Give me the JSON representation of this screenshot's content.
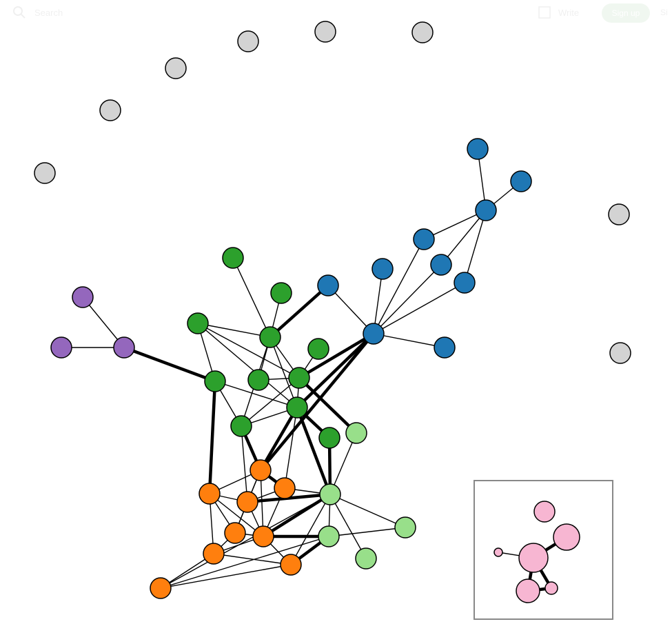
{
  "topbar": {
    "search_label": "Search",
    "write_label": "Write",
    "signup_label": "Sign up",
    "signin_label": "Si"
  },
  "colors": {
    "group_blue": "#1f77b4",
    "group_green": "#2ca02c",
    "group_light_green": "#98df8a",
    "group_orange": "#ff7f0e",
    "group_purple": "#9467bd",
    "group_gray": "#d3d3d3",
    "group_pink": "#f7b6d2",
    "edge": "#000000",
    "inset_border": "#888888"
  },
  "graph": {
    "nodes": [
      {
        "id": "g1",
        "group": "gray"
      },
      {
        "id": "g2",
        "group": "gray"
      },
      {
        "id": "g3",
        "group": "gray"
      },
      {
        "id": "g4",
        "group": "gray"
      },
      {
        "id": "g5",
        "group": "gray"
      },
      {
        "id": "g6",
        "group": "gray"
      },
      {
        "id": "g7",
        "group": "gray"
      },
      {
        "id": "g8",
        "group": "gray"
      },
      {
        "id": "b1",
        "group": "blue"
      },
      {
        "id": "b2",
        "group": "blue"
      },
      {
        "id": "b3",
        "group": "blue"
      },
      {
        "id": "b4",
        "group": "blue"
      },
      {
        "id": "b5",
        "group": "blue"
      },
      {
        "id": "b6",
        "group": "blue"
      },
      {
        "id": "b7",
        "group": "blue"
      },
      {
        "id": "b8",
        "group": "blue"
      },
      {
        "id": "b9",
        "group": "blue"
      },
      {
        "id": "b10",
        "group": "blue"
      },
      {
        "id": "p1",
        "group": "purple"
      },
      {
        "id": "p2",
        "group": "purple"
      },
      {
        "id": "p3",
        "group": "purple"
      },
      {
        "id": "gr1",
        "group": "green"
      },
      {
        "id": "gr2",
        "group": "green"
      },
      {
        "id": "gr3",
        "group": "green"
      },
      {
        "id": "gr4",
        "group": "green"
      },
      {
        "id": "gr5",
        "group": "green"
      },
      {
        "id": "gr6",
        "group": "green"
      },
      {
        "id": "gr7",
        "group": "green"
      },
      {
        "id": "gr8",
        "group": "green"
      },
      {
        "id": "gr9",
        "group": "green"
      },
      {
        "id": "gr10",
        "group": "green"
      },
      {
        "id": "gr11",
        "group": "green"
      },
      {
        "id": "lg1",
        "group": "light_green"
      },
      {
        "id": "lg2",
        "group": "light_green"
      },
      {
        "id": "lg3",
        "group": "light_green"
      },
      {
        "id": "lg4",
        "group": "light_green"
      },
      {
        "id": "lg5",
        "group": "light_green"
      },
      {
        "id": "o1",
        "group": "orange"
      },
      {
        "id": "o2",
        "group": "orange"
      },
      {
        "id": "o3",
        "group": "orange"
      },
      {
        "id": "o4",
        "group": "orange"
      },
      {
        "id": "o5",
        "group": "orange"
      },
      {
        "id": "o6",
        "group": "orange"
      },
      {
        "id": "o7",
        "group": "orange"
      },
      {
        "id": "o8",
        "group": "orange"
      },
      {
        "id": "o9",
        "group": "orange"
      },
      {
        "id": "pk1",
        "group": "pink"
      },
      {
        "id": "pk2",
        "group": "pink"
      },
      {
        "id": "pk3",
        "group": "pink"
      },
      {
        "id": "pk4",
        "group": "pink"
      },
      {
        "id": "pk5",
        "group": "pink"
      },
      {
        "id": "pk6",
        "group": "pink"
      }
    ],
    "edges": [
      {
        "source": "b1",
        "target": "b3",
        "weight": 1
      },
      {
        "source": "b2",
        "target": "b3",
        "weight": 1
      },
      {
        "source": "b3",
        "target": "b4",
        "weight": 1
      },
      {
        "source": "b3",
        "target": "b6",
        "weight": 1
      },
      {
        "source": "b3",
        "target": "b7",
        "weight": 1
      },
      {
        "source": "b4",
        "target": "b8",
        "weight": 1
      },
      {
        "source": "b5",
        "target": "b8",
        "weight": 1
      },
      {
        "source": "b6",
        "target": "b8",
        "weight": 1
      },
      {
        "source": "b7",
        "target": "b8",
        "weight": 1
      },
      {
        "source": "b8",
        "target": "b9",
        "weight": 1
      },
      {
        "source": "b8",
        "target": "b10",
        "weight": 1
      },
      {
        "source": "b8",
        "target": "gr6",
        "weight": 3
      },
      {
        "source": "b8",
        "target": "gr5",
        "weight": 3
      },
      {
        "source": "b8",
        "target": "o1",
        "weight": 3
      },
      {
        "source": "b9",
        "target": "gr2",
        "weight": 3
      },
      {
        "source": "p1",
        "target": "p3",
        "weight": 1
      },
      {
        "source": "p2",
        "target": "p3",
        "weight": 1
      },
      {
        "source": "p3",
        "target": "gr4",
        "weight": 3
      },
      {
        "source": "gr1",
        "target": "gr2",
        "weight": 1
      },
      {
        "source": "gr2",
        "target": "gr3",
        "weight": 1
      },
      {
        "source": "gr2",
        "target": "gr6",
        "weight": 1
      },
      {
        "source": "gr2",
        "target": "gr9",
        "weight": 1
      },
      {
        "source": "gr2",
        "target": "gr7",
        "weight": 1
      },
      {
        "source": "gr2",
        "target": "gr8",
        "weight": 1
      },
      {
        "source": "gr2",
        "target": "gr5",
        "weight": 1
      },
      {
        "source": "gr11",
        "target": "gr6",
        "weight": 1
      },
      {
        "source": "gr6",
        "target": "gr7",
        "weight": 1
      },
      {
        "source": "gr6",
        "target": "gr9",
        "weight": 1
      },
      {
        "source": "gr6",
        "target": "gr5",
        "weight": 1
      },
      {
        "source": "gr8",
        "target": "gr5",
        "weight": 1
      },
      {
        "source": "gr8",
        "target": "gr6",
        "weight": 1
      },
      {
        "source": "gr4",
        "target": "gr5",
        "weight": 1
      },
      {
        "source": "gr4",
        "target": "gr8",
        "weight": 1
      },
      {
        "source": "gr4",
        "target": "gr9",
        "weight": 1
      },
      {
        "source": "gr9",
        "target": "gr5",
        "weight": 1
      },
      {
        "source": "gr9",
        "target": "o1",
        "weight": 3
      },
      {
        "source": "gr9",
        "target": "o4",
        "weight": 1
      },
      {
        "source": "gr4",
        "target": "o2",
        "weight": 3
      },
      {
        "source": "gr5",
        "target": "gr10",
        "weight": 3
      },
      {
        "source": "gr5",
        "target": "lg2",
        "weight": 3
      },
      {
        "source": "gr5",
        "target": "o1",
        "weight": 3
      },
      {
        "source": "gr5",
        "target": "o3",
        "weight": 1
      },
      {
        "source": "gr10",
        "target": "lg2",
        "weight": 3
      },
      {
        "source": "lg1",
        "target": "lg2",
        "weight": 1
      },
      {
        "source": "gr6",
        "target": "lg1",
        "weight": 3
      },
      {
        "source": "lg2",
        "target": "lg3",
        "weight": 1
      },
      {
        "source": "lg2",
        "target": "lg4",
        "weight": 1
      },
      {
        "source": "lg2",
        "target": "lg5",
        "weight": 1
      },
      {
        "source": "lg2",
        "target": "o3",
        "weight": 1
      },
      {
        "source": "lg2",
        "target": "o4",
        "weight": 3
      },
      {
        "source": "lg2",
        "target": "o5",
        "weight": 3
      },
      {
        "source": "lg2",
        "target": "o8",
        "weight": 1
      },
      {
        "source": "lg3",
        "target": "lg4",
        "weight": 1
      },
      {
        "source": "lg4",
        "target": "o5",
        "weight": 3
      },
      {
        "source": "lg4",
        "target": "o8",
        "weight": 3
      },
      {
        "source": "lg4",
        "target": "o9",
        "weight": 1
      },
      {
        "source": "lg2",
        "target": "o9",
        "weight": 1
      },
      {
        "source": "o1",
        "target": "o2",
        "weight": 1
      },
      {
        "source": "o1",
        "target": "o3",
        "weight": 3
      },
      {
        "source": "o1",
        "target": "o4",
        "weight": 1
      },
      {
        "source": "o1",
        "target": "o5",
        "weight": 1
      },
      {
        "source": "o1",
        "target": "o6",
        "weight": 1
      },
      {
        "source": "o2",
        "target": "o4",
        "weight": 1
      },
      {
        "source": "o2",
        "target": "o6",
        "weight": 1
      },
      {
        "source": "o2",
        "target": "o5",
        "weight": 1
      },
      {
        "source": "o2",
        "target": "o7",
        "weight": 1
      },
      {
        "source": "o3",
        "target": "o4",
        "weight": 1
      },
      {
        "source": "o3",
        "target": "o5",
        "weight": 1
      },
      {
        "source": "o4",
        "target": "o6",
        "weight": 1
      },
      {
        "source": "o4",
        "target": "o5",
        "weight": 1
      },
      {
        "source": "o5",
        "target": "o8",
        "weight": 1
      },
      {
        "source": "o5",
        "target": "o6",
        "weight": 1
      },
      {
        "source": "o5",
        "target": "o7",
        "weight": 1
      },
      {
        "source": "o6",
        "target": "o7",
        "weight": 1
      },
      {
        "source": "o7",
        "target": "o8",
        "weight": 1
      },
      {
        "source": "o7",
        "target": "o9",
        "weight": 1
      },
      {
        "source": "o8",
        "target": "o9",
        "weight": 1
      },
      {
        "source": "pk2",
        "target": "pk4",
        "weight": 3
      },
      {
        "source": "pk3",
        "target": "pk4",
        "weight": 1
      },
      {
        "source": "pk4",
        "target": "pk5",
        "weight": 3
      },
      {
        "source": "pk4",
        "target": "pk6",
        "weight": 3
      },
      {
        "source": "pk5",
        "target": "pk6",
        "weight": 3
      }
    ]
  }
}
